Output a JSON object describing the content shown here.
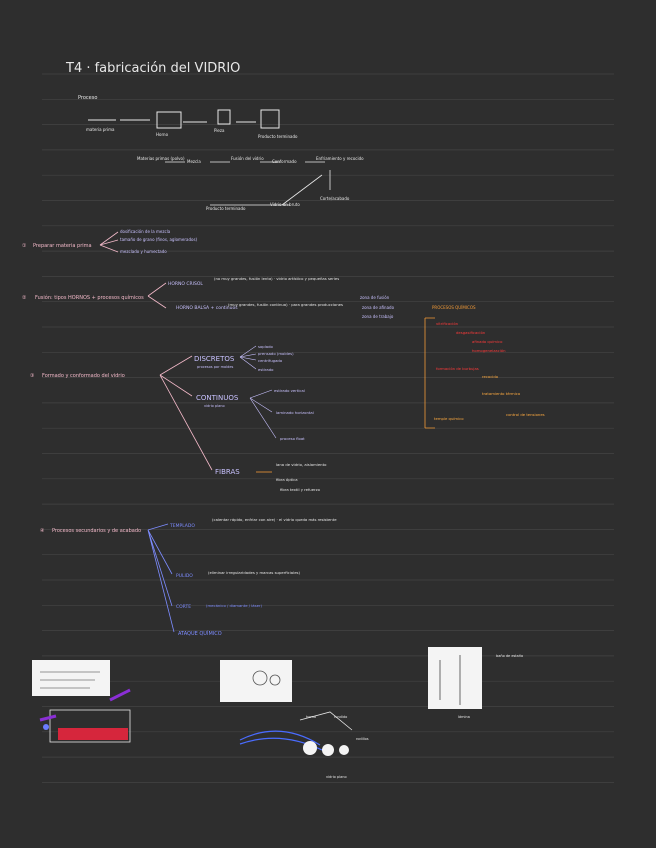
{
  "colors": {
    "background": "#2e2e2e",
    "ruled_line": "#444444",
    "ink_white": "#e8e8e8",
    "ink_pink": "#f3b9c9",
    "ink_purple": "#c9c2ff",
    "ink_blue": "#7d8cff",
    "ink_orange": "#f29a37",
    "ink_red": "#ff3a3a"
  },
  "title": "T4 · fabricación del VIDRIO",
  "flow": {
    "label": "Proceso",
    "steps": [
      "materia prima",
      "Horno",
      "Pieza",
      "Producto terminado"
    ],
    "row2": [
      "Materias primas (polvo)",
      "Mezcla",
      "Fusión del vidrio",
      "Conformado",
      "Enfriamiento y recocido",
      "Corte/acabado",
      "Vidrio en bruto",
      "Producto terminado"
    ]
  },
  "sections": {
    "s1": {
      "number": "①",
      "title": "Preparar materia prima",
      "items": [
        "dosificación de la mezcla",
        "tamaño de grano (finos, aglomerados)",
        "mezclado y humectado"
      ]
    },
    "s2": {
      "number": "②",
      "title": "Fusión: tipos HORNOS + procesos químicos",
      "crisol": "HORNO CRISOL",
      "crisol_note": "(no muy grandes, fusión lenta) · vidrio artístico y pequeñas series",
      "balsa": "HORNO BALSA + continuos",
      "balsa_note": "(muy grandes, fusión continua) · para grandes producciones",
      "right_1": "zona de fusión",
      "right_2": "zona de afinado",
      "right_3": "zona de trabajo",
      "right_head": "PROCESOS QUÍMICOS"
    },
    "s3": {
      "number": "③",
      "title": "Formado y conformado del vidrio",
      "discretos": "DISCRETOS",
      "discretos_sub": "procesos por moldes",
      "discretos_items": [
        "soplado",
        "prensado (moldes)",
        "centrifugado",
        "estirado"
      ],
      "continuos": "CONTINUOS",
      "continuos_sub": "vidrio plano",
      "cont_items": [
        "estirado vertical",
        "laminado horizontal",
        "proceso float"
      ],
      "fibras": "FIBRAS",
      "fibras_notes": [
        "lana de vidrio, aislamiento",
        "fibra óptica",
        "fibra textil y refuerzo"
      ],
      "red_notes": [
        "vitrificación",
        "desgasificación",
        "afinado químico",
        "homogeneización",
        "formación de burbujas"
      ],
      "orange_notes": [
        "recocido",
        "tratamiento térmico",
        "control de tensiones",
        "temple químico"
      ]
    },
    "s4": {
      "number": "④",
      "title": "Procesos secundarios y de acabado",
      "items": [
        "TEMPLADO",
        "PULIDO",
        "CORTE",
        "ATAQUE QUÍMICO"
      ],
      "templado_note": "(calentar rápido, enfriar con aire) · el vidrio queda más resistente",
      "pulido_note": "(eliminar irregularidades y marcas superficiales)",
      "corte_note": "(mecánico / diamante / láser)"
    }
  },
  "sketches": {
    "labels": [
      "horno",
      "fundido",
      "rodillos",
      "vidrio plano",
      "baño de estaño",
      "lámina"
    ]
  }
}
